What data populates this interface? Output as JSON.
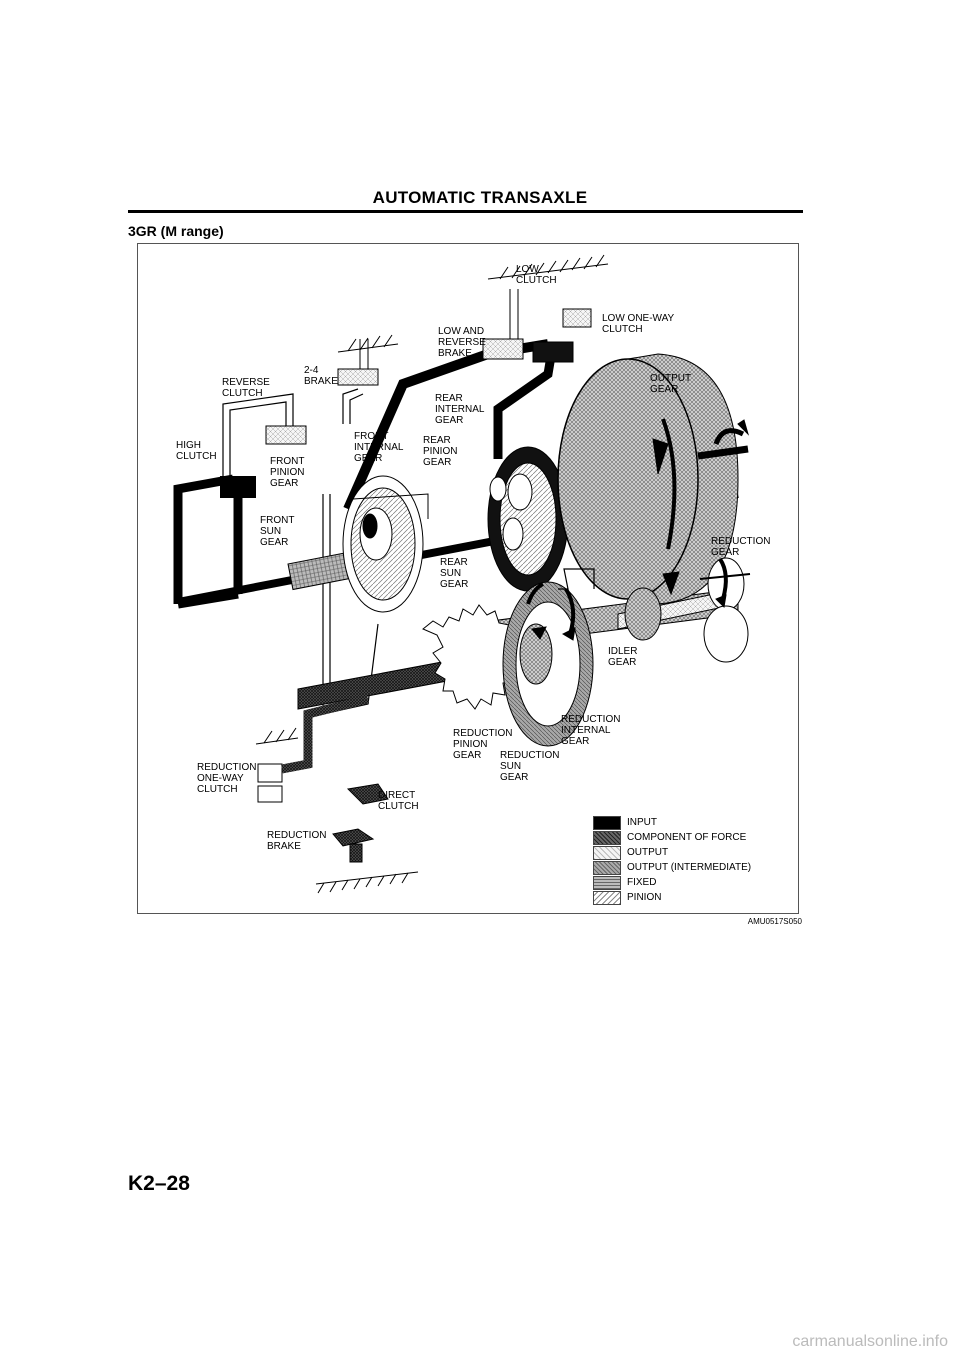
{
  "header": {
    "title": "AUTOMATIC TRANSAXLE"
  },
  "section": {
    "title": "3GR (M range)"
  },
  "labels": {
    "low_clutch": "LOW\nCLUTCH",
    "low_one_way_clutch": "LOW ONE-WAY\nCLUTCH",
    "low_and_reverse_brake": "LOW AND\nREVERSE\nBRAKE",
    "two_four_brake": "2-4\nBRAKE",
    "reverse_clutch": "REVERSE\nCLUTCH",
    "output_gear": "OUTPUT\nGEAR",
    "rear_internal_gear": "REAR\nINTERNAL\nGEAR",
    "rear_pinion_gear": "REAR\nPINION\nGEAR",
    "front_internal_gear": "FRONT\nINTERNAL\nGEAR",
    "high_clutch": "HIGH\nCLUTCH",
    "front_pinion_gear": "FRONT\nPINION\nGEAR",
    "front_sun_gear": "FRONT\nSUN\nGEAR",
    "reduction_gear": "REDUCTION\nGEAR",
    "rear_sun_gear": "REAR\nSUN\nGEAR",
    "idler_gear": "IDLER\nGEAR",
    "reduction_internal_gear": "REDUCTION\nINTERNAL\nGEAR",
    "reduction_pinion_gear": "REDUCTION\nPINION\nGEAR",
    "reduction_sun_gear": "REDUCTION\nSUN\nGEAR",
    "reduction_one_way_clutch": "REDUCTION\nONE-WAY\nCLUTCH",
    "direct_clutch": "DIRECT\nCLUTCH",
    "reduction_brake": "REDUCTION\nBRAKE"
  },
  "legend": [
    {
      "label": "INPUT"
    },
    {
      "label": "COMPONENT OF FORCE"
    },
    {
      "label": "OUTPUT"
    },
    {
      "label": "OUTPUT (INTERMEDIATE)"
    },
    {
      "label": "FIXED"
    },
    {
      "label": "PINION"
    }
  ],
  "figure_id": "AMU0517S050",
  "footer": {
    "page_number": "K2–28"
  },
  "watermark": "carmanualsonline.info"
}
